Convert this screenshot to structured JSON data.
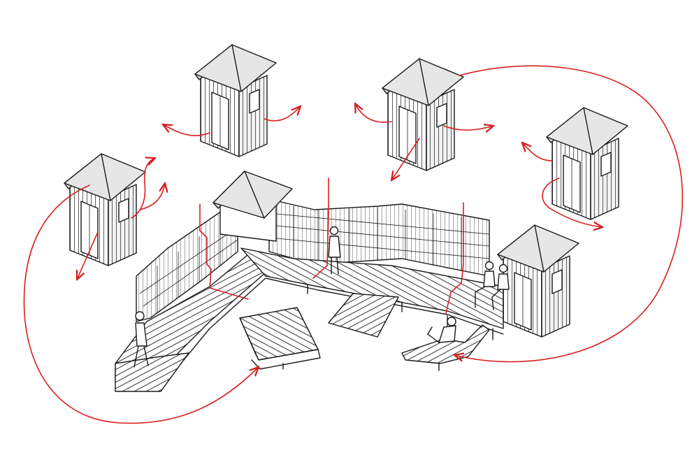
{
  "diagram": {
    "colors": {
      "line": "#1a1a1a",
      "movement_arrows": "#d81e1e",
      "roof": "#e6e6e6",
      "background": "#ffffff"
    },
    "elements": [
      "wooden-cabin",
      "wooden-cabin",
      "wooden-cabin",
      "wooden-cabin",
      "wooden-cabin",
      "u-shaped-shelving-structure",
      "wooden-deck",
      "ramp",
      "lounge-bench",
      "reclining-lounger",
      "people"
    ]
  }
}
